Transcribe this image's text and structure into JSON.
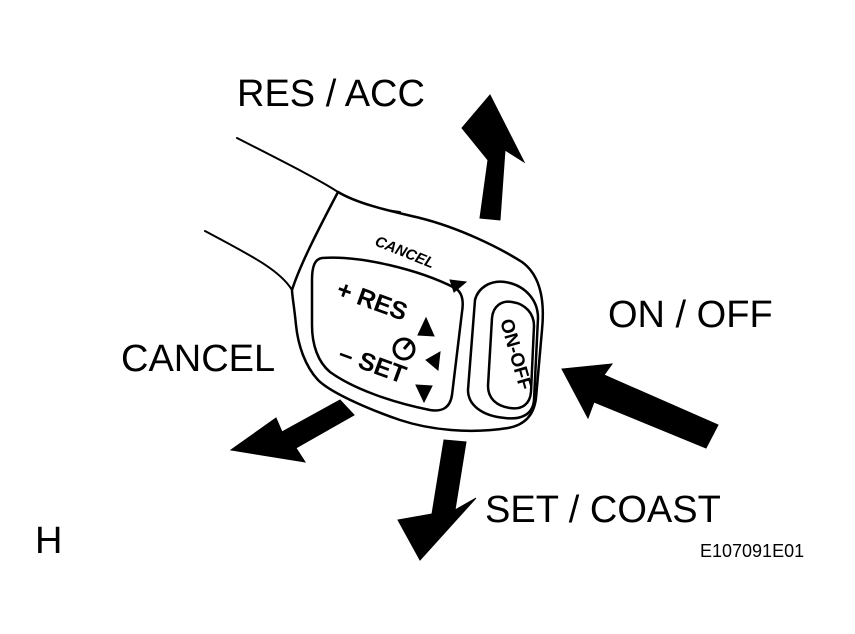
{
  "callouts": {
    "res_acc": "RES / ACC",
    "on_off": "ON / OFF",
    "cancel": "CANCEL",
    "set_coast": "SET / COAST"
  },
  "lever": {
    "cancel_label": "CANCEL",
    "res_label": "+ RES",
    "set_label": "– SET",
    "button_label": "ON-OFF"
  },
  "corner_letter": "H",
  "figure_code": "E107091E01"
}
